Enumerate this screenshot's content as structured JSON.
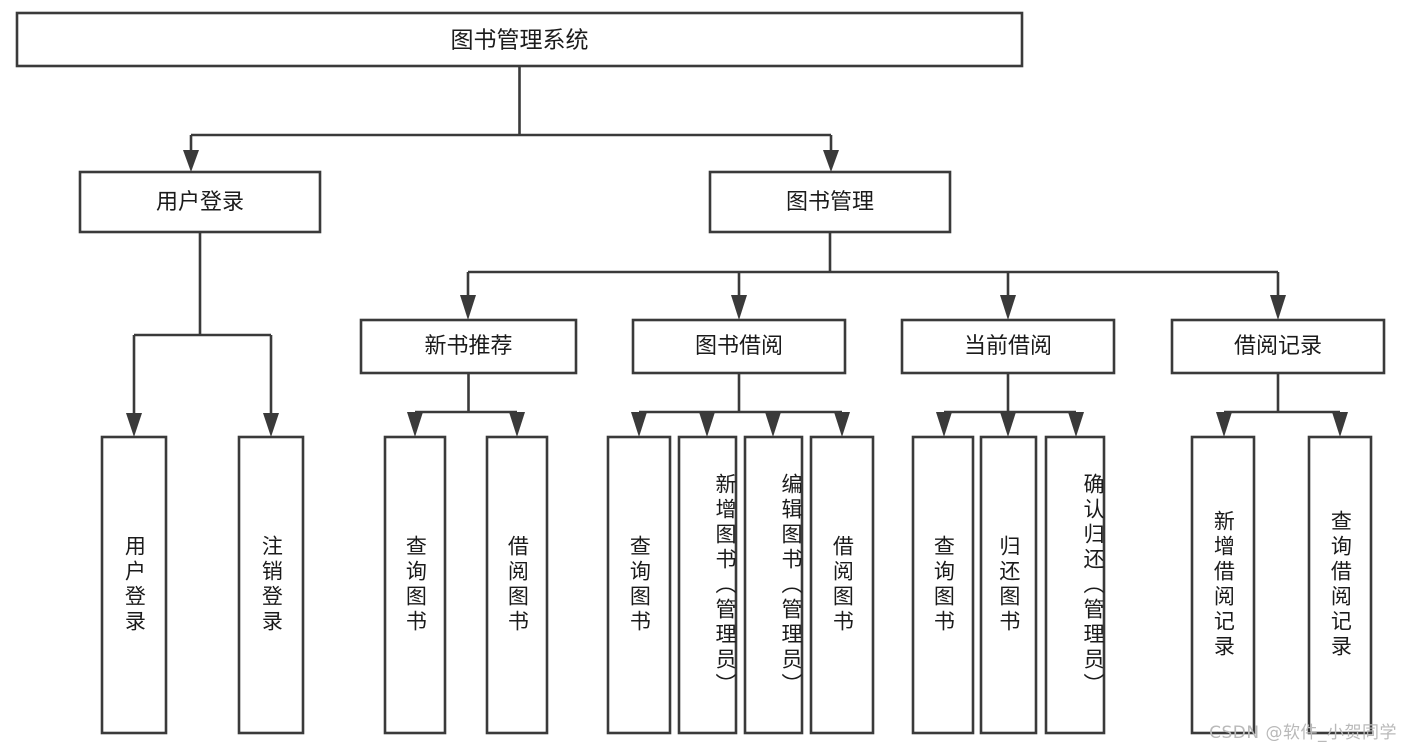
{
  "diagram": {
    "title": "图书管理系统",
    "type": "hierarchy-tree",
    "watermark": "CSDN @软件_小贺同学",
    "colors": {
      "box_stroke": "#3a3a3a",
      "box_fill": "#ffffff",
      "text": "#1b1b1b",
      "background": "#ffffff",
      "watermark": "#b9b9b9"
    },
    "levels": {
      "root": {
        "label": "图书管理系统"
      },
      "level2": [
        {
          "id": "user-login",
          "label": "用户登录"
        },
        {
          "id": "book-manage",
          "label": "图书管理"
        }
      ],
      "level3": [
        {
          "id": "new-book-rec",
          "label": "新书推荐",
          "parent": "book-manage"
        },
        {
          "id": "book-borrow",
          "label": "图书借阅",
          "parent": "book-manage"
        },
        {
          "id": "current-borrow",
          "label": "当前借阅",
          "parent": "book-manage"
        },
        {
          "id": "borrow-record",
          "label": "借阅记录",
          "parent": "book-manage"
        }
      ],
      "leaves": [
        {
          "id": "leaf-user-login",
          "label": "用户登录",
          "parent": "user-login"
        },
        {
          "id": "leaf-user-logout",
          "label": "注销登录",
          "parent": "user-login"
        },
        {
          "id": "leaf-query-book-1",
          "label": "查询图书",
          "parent": "new-book-rec"
        },
        {
          "id": "leaf-borrow-book-1",
          "label": "借阅图书",
          "parent": "new-book-rec"
        },
        {
          "id": "leaf-query-book-2",
          "label": "查询图书",
          "parent": "book-borrow"
        },
        {
          "id": "leaf-add-book",
          "label": "新增图书（管理员）",
          "parent": "book-borrow"
        },
        {
          "id": "leaf-edit-book",
          "label": "编辑图书（管理员）",
          "parent": "book-borrow"
        },
        {
          "id": "leaf-borrow-book-2",
          "label": "借阅图书",
          "parent": "book-borrow"
        },
        {
          "id": "leaf-query-book-3",
          "label": "查询图书",
          "parent": "current-borrow"
        },
        {
          "id": "leaf-return-book",
          "label": "归还图书",
          "parent": "current-borrow"
        },
        {
          "id": "leaf-confirm-return",
          "label": "确认归还（管理员）",
          "parent": "current-borrow"
        },
        {
          "id": "leaf-add-record",
          "label": "新增借阅记录",
          "parent": "borrow-record"
        },
        {
          "id": "leaf-query-record",
          "label": "查询借阅记录",
          "parent": "borrow-record"
        }
      ]
    }
  }
}
